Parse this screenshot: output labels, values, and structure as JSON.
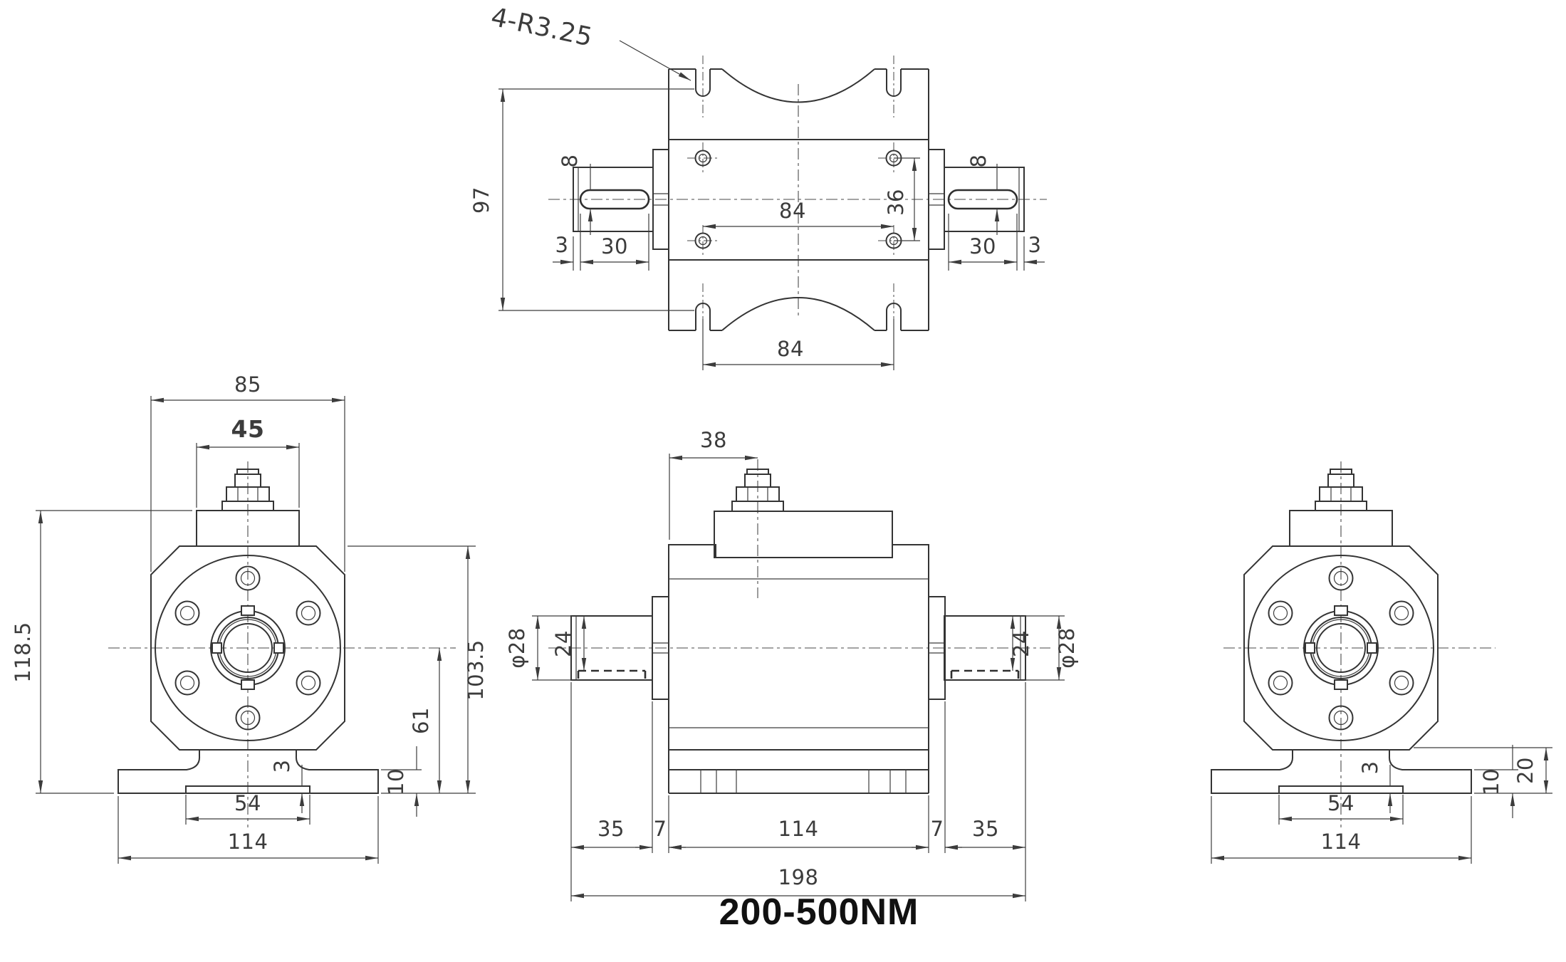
{
  "title": "200-500NM",
  "colors": {
    "line": "#343434",
    "dimension": "#3c3c3c",
    "background": "#ffffff",
    "title_text": "#111111"
  },
  "views": {
    "top": {
      "labels": {
        "slot_radius_callout": "4-R3.25",
        "slot_vertical_span": "97",
        "keyway_width_left": "8",
        "keyway_width_right": "8",
        "shaft_end_left": "3",
        "keyway_length_left": "30",
        "keyway_length_right": "30",
        "shaft_end_right": "3",
        "hole_spacing_horizontal": "84",
        "hole_spacing_vertical": "36",
        "slot_spacing_bottom": "84"
      }
    },
    "front_left": {
      "labels": {
        "body_width": "85",
        "top_block_width": "45",
        "total_height": "118.5",
        "height_body_to_base": "103.5",
        "height_axis_to_base": "61",
        "base_plate_thickness": "10",
        "step_height": "3",
        "step_width": "54",
        "base_width": "114"
      }
    },
    "front": {
      "labels": {
        "connector_offset": "38",
        "shaft_dia_left": "φ28",
        "keyway_flat_left": "24",
        "keyway_flat_right": "24",
        "shaft_dia_right": "φ28",
        "shaft_length_left": "35",
        "hub_width_left": "7",
        "body_length": "114",
        "hub_width_right": "7",
        "shaft_length_right": "35",
        "total_length": "198"
      }
    },
    "front_right": {
      "labels": {
        "step_height": "3",
        "step_width": "54",
        "base_width": "114",
        "base_plate_thickness": "10",
        "foot_height": "20"
      }
    }
  }
}
